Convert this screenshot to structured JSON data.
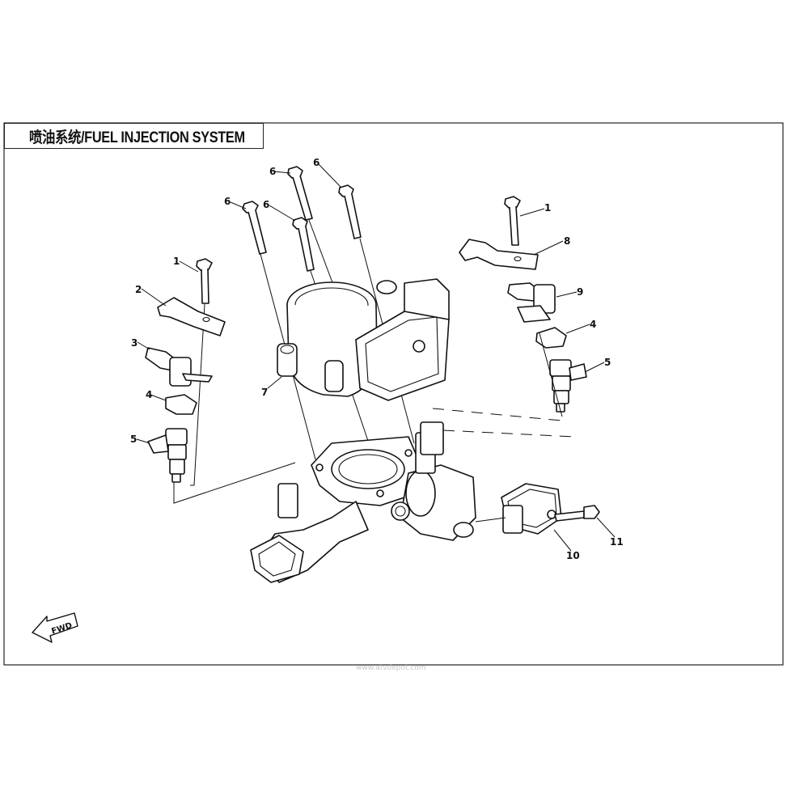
{
  "title": "喷油系统/FUEL INJECTION SYSTEM",
  "callouts": {
    "c1_left": "1",
    "c2": "2",
    "c3": "3",
    "c4_left": "4",
    "c5_left": "5",
    "c6_a": "6",
    "c6_b": "6",
    "c6_c": "6",
    "c6_d": "6",
    "c7": "7",
    "c1_right": "1",
    "c8": "8",
    "c9": "9",
    "c4_right": "4",
    "c5_right": "5",
    "c10": "10",
    "c11": "11"
  },
  "fwd_label": "FWD",
  "watermark": "www.atvdepot.com"
}
